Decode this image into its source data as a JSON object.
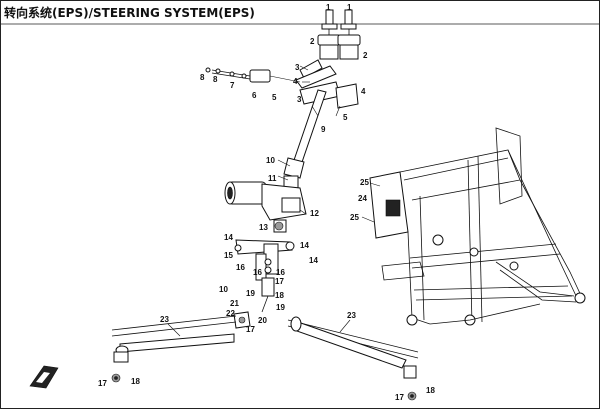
{
  "title": "转向系统(EPS)/STEERING SYSTEM(EPS)",
  "callouts": [
    {
      "id": "c1a",
      "label": "1"
    },
    {
      "id": "c1b",
      "label": "1"
    },
    {
      "id": "c2a",
      "label": "2"
    },
    {
      "id": "c2b",
      "label": "2"
    },
    {
      "id": "c3a",
      "label": "3"
    },
    {
      "id": "c3b",
      "label": "3"
    },
    {
      "id": "c4a",
      "label": "4"
    },
    {
      "id": "c4b",
      "label": "4"
    },
    {
      "id": "c5a",
      "label": "5"
    },
    {
      "id": "c5b",
      "label": "5"
    },
    {
      "id": "c6",
      "label": "6"
    },
    {
      "id": "c7",
      "label": "7"
    },
    {
      "id": "c8a",
      "label": "8"
    },
    {
      "id": "c8b",
      "label": "8"
    },
    {
      "id": "c9",
      "label": "9"
    },
    {
      "id": "c10a",
      "label": "10"
    },
    {
      "id": "c10b",
      "label": "10"
    },
    {
      "id": "c11",
      "label": "11"
    },
    {
      "id": "c12",
      "label": "12"
    },
    {
      "id": "c13",
      "label": "13"
    },
    {
      "id": "c14a",
      "label": "14"
    },
    {
      "id": "c14b",
      "label": "14"
    },
    {
      "id": "c14c",
      "label": "14"
    },
    {
      "id": "c15",
      "label": "15"
    },
    {
      "id": "c16a",
      "label": "16"
    },
    {
      "id": "c16b",
      "label": "16"
    },
    {
      "id": "c16c",
      "label": "16"
    },
    {
      "id": "c17a",
      "label": "17"
    },
    {
      "id": "c17b",
      "label": "17"
    },
    {
      "id": "c17c",
      "label": "17"
    },
    {
      "id": "c17d",
      "label": "17"
    },
    {
      "id": "c18a",
      "label": "18"
    },
    {
      "id": "c18b",
      "label": "18"
    },
    {
      "id": "c18c",
      "label": "18"
    },
    {
      "id": "c19a",
      "label": "19"
    },
    {
      "id": "c19b",
      "label": "19"
    },
    {
      "id": "c20",
      "label": "20"
    },
    {
      "id": "c21",
      "label": "21"
    },
    {
      "id": "c22",
      "label": "22"
    },
    {
      "id": "c23a",
      "label": "23"
    },
    {
      "id": "c23b",
      "label": "23"
    },
    {
      "id": "c24",
      "label": "24"
    },
    {
      "id": "c25a",
      "label": "25"
    },
    {
      "id": "c25b",
      "label": "25"
    }
  ]
}
